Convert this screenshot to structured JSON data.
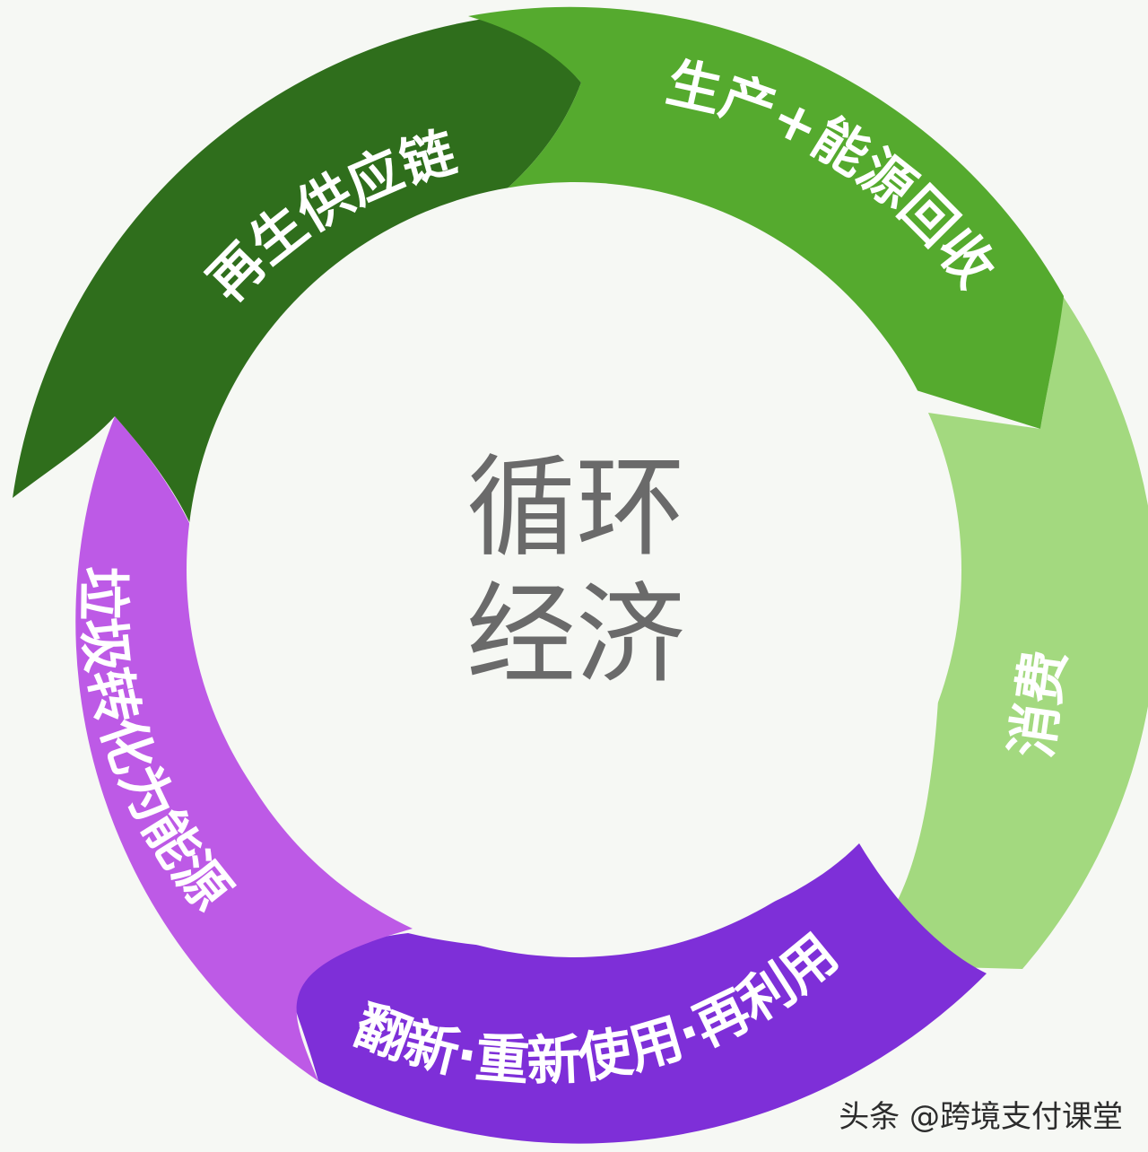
{
  "center": {
    "line1": "循环",
    "line2": "经济"
  },
  "segments": [
    {
      "label": "再生供应链",
      "color": "#2f6e1c"
    },
    {
      "label": "生产+能源回收",
      "color": "#55aa2e"
    },
    {
      "label": "消费",
      "color": "#a3d97f"
    },
    {
      "label": "翻新·重新使用·再利用",
      "color": "#7e2fd8"
    },
    {
      "label": "垃圾转化为能源",
      "color": "#bd5ae6"
    }
  ],
  "watermark": "头条 @跨境支付课堂"
}
